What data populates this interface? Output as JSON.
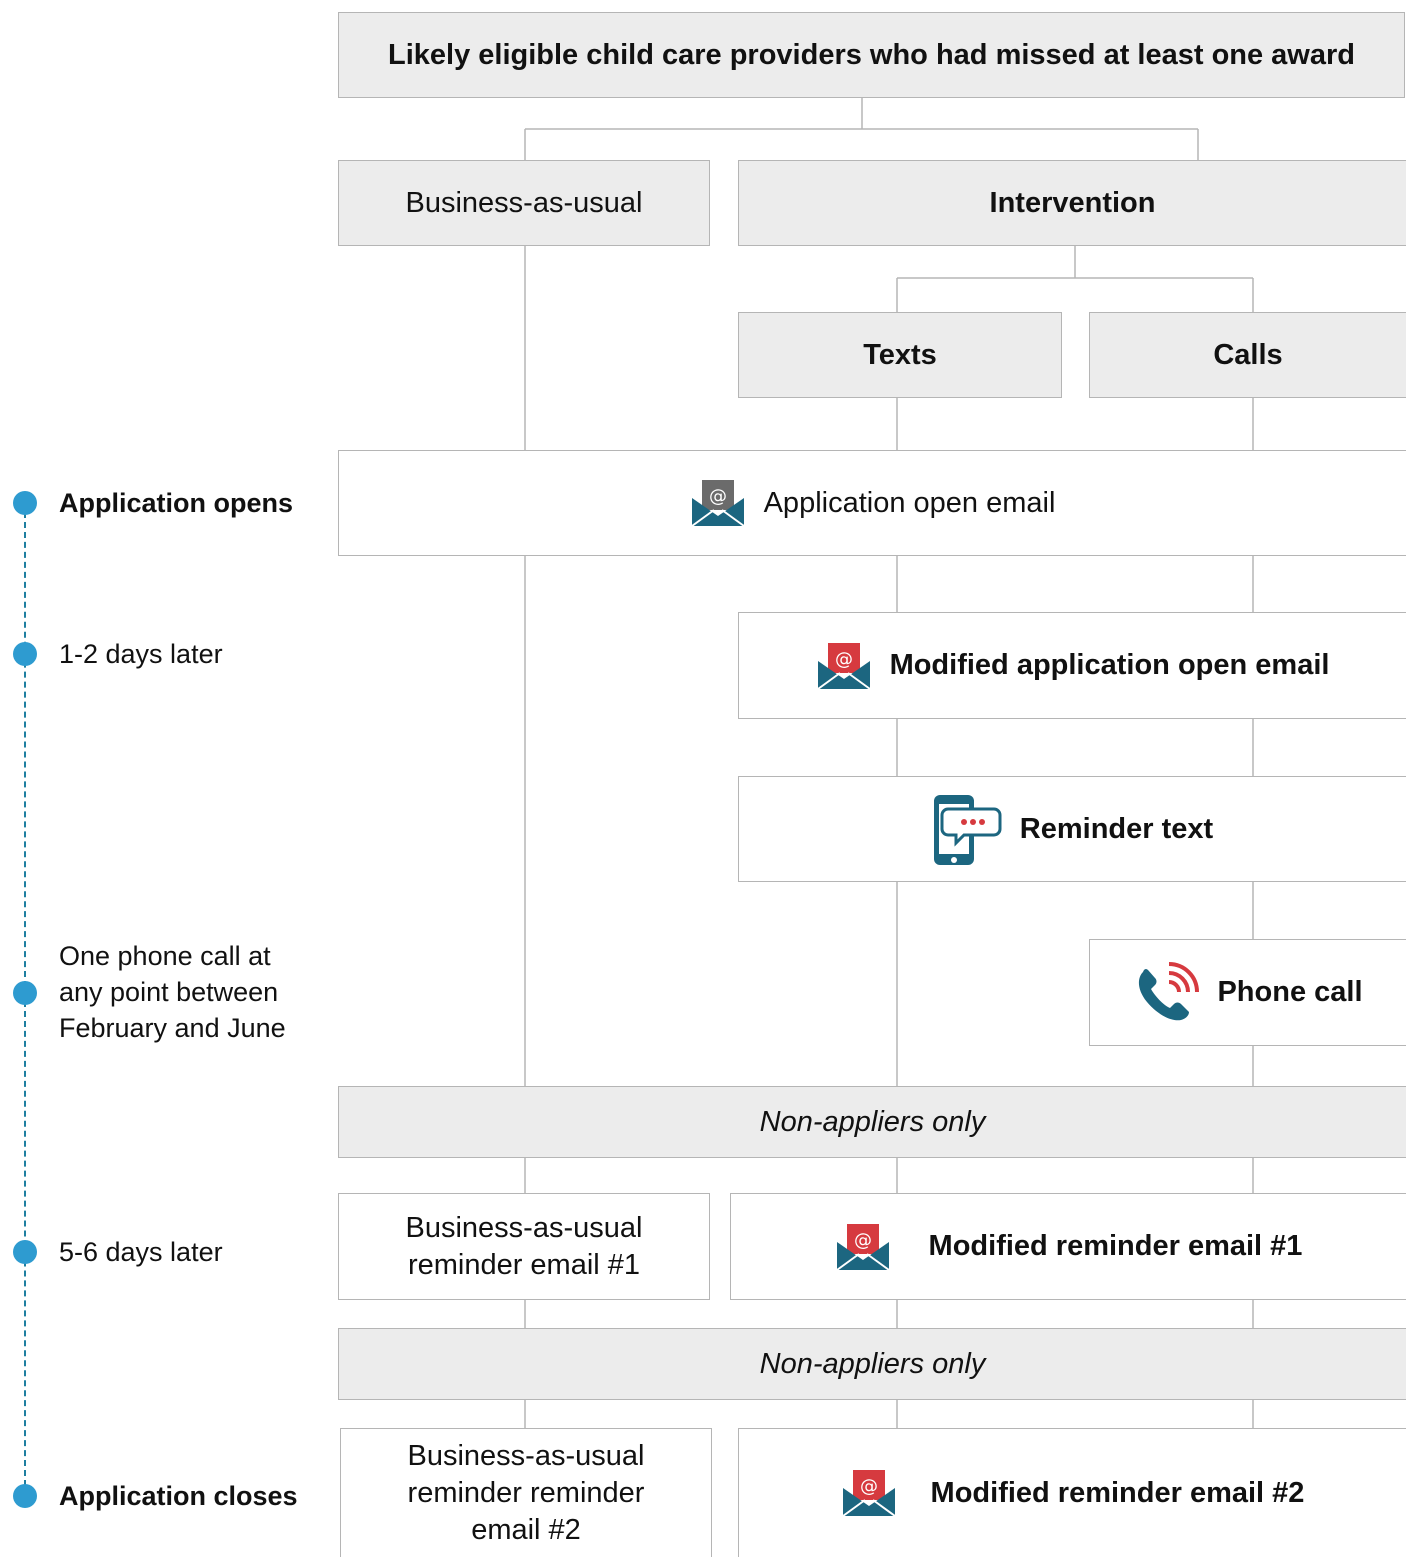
{
  "title": "Likely eligible child care providers who had missed at least one award",
  "groups": {
    "business_as_usual": "Business-as-usual",
    "intervention": "Intervention",
    "texts": "Texts",
    "calls": "Calls"
  },
  "steps": {
    "app_open_email": "Application open email",
    "modified_app_open_email": "Modified application open email",
    "reminder_text": "Reminder text",
    "phone_call": "Phone call",
    "non_appliers_1": "Non-appliers only",
    "bau_reminder_1_line1": "Business-as-usual",
    "bau_reminder_1_line2": "reminder email #1",
    "modified_reminder_1": "Modified reminder email #1",
    "non_appliers_2": "Non-appliers only",
    "bau_reminder_2_line1": "Business-as-usual",
    "bau_reminder_2_line2": "reminder reminder",
    "bau_reminder_2_line3": "email #2",
    "modified_reminder_2": "Modified reminder email #2"
  },
  "timeline": {
    "application_opens": "Application opens",
    "days_1_2": "1-2 days later",
    "phone_line1": "One phone call at",
    "phone_line2": "any point between",
    "phone_line3": "February and June",
    "days_5_6": "5-6 days later",
    "application_closes": "Application closes"
  },
  "colors": {
    "box_fill": "#ececec",
    "box_border": "#b5b5b5",
    "connector": "#b5b5b5",
    "timeline_dot": "#2e9bd0",
    "timeline_line": "#1f7fa0",
    "icon_teal": "#1c6680",
    "icon_red": "#d63a3f",
    "icon_gray": "#6b6b6b"
  },
  "icons": {
    "standard_email": "email-gray-icon",
    "modified_email": "email-red-icon",
    "text": "smartphone-chat-icon",
    "call": "phone-ringing-icon"
  }
}
